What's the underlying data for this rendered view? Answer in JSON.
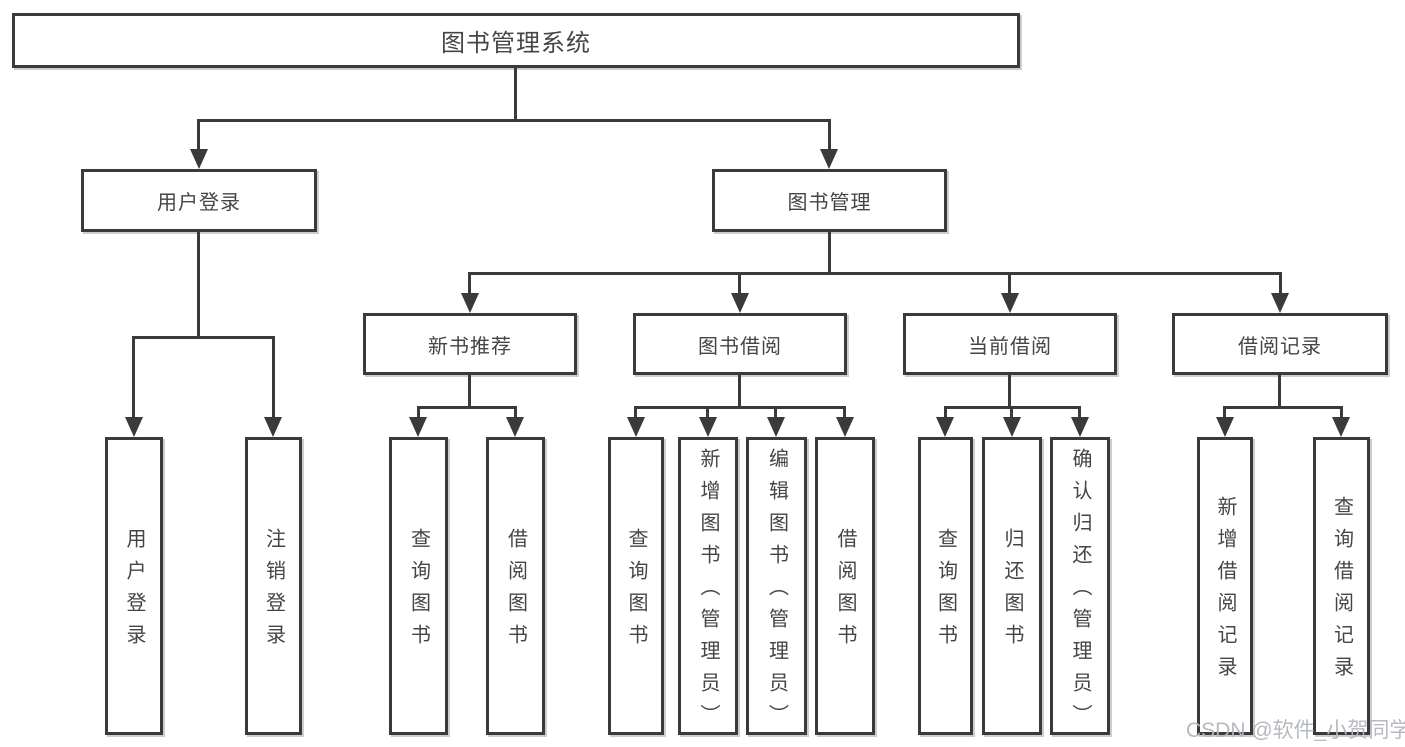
{
  "diagram": {
    "title": "图书管理系统",
    "watermark": "CSDN @软件_小贺同学",
    "colors": {
      "line": "#3a3a3a",
      "box_border": "#3a3a3a",
      "text": "#454545",
      "background": "#ffffff",
      "watermark": "#b2b6bd"
    },
    "nodes": {
      "root": "图书管理系统",
      "user_login": "用户登录",
      "book_mgmt": "图书管理",
      "new_book_rec": "新书推荐",
      "book_borrow": "图书借阅",
      "current_borrow": "当前借阅",
      "borrow_records": "借阅记录",
      "leaf_user_login": "用户登录",
      "leaf_logout": "注销登录",
      "nb_query_books": "查询图书",
      "nb_borrow_books": "借阅图书",
      "bb_query_books": "查询图书",
      "bb_add_books": "新增图书（管理员）",
      "bb_edit_books": "编辑图书（管理员）",
      "bb_borrow_books": "借阅图书",
      "cb_query_books": "查询图书",
      "cb_return_books": "归还图书",
      "cb_confirm_return": "确认归还（管理员）",
      "br_add_record": "新增借阅记录",
      "br_query_record": "查询借阅记录"
    },
    "hierarchy": {
      "图书管理系统": {
        "用户登录": [
          "用户登录",
          "注销登录"
        ],
        "图书管理": {
          "新书推荐": [
            "查询图书",
            "借阅图书"
          ],
          "图书借阅": [
            "查询图书",
            "新增图书（管理员）",
            "编辑图书（管理员）",
            "借阅图书"
          ],
          "当前借阅": [
            "查询图书",
            "归还图书",
            "确认归还（管理员）"
          ],
          "借阅记录": [
            "新增借阅记录",
            "查询借阅记录"
          ]
        }
      }
    }
  }
}
